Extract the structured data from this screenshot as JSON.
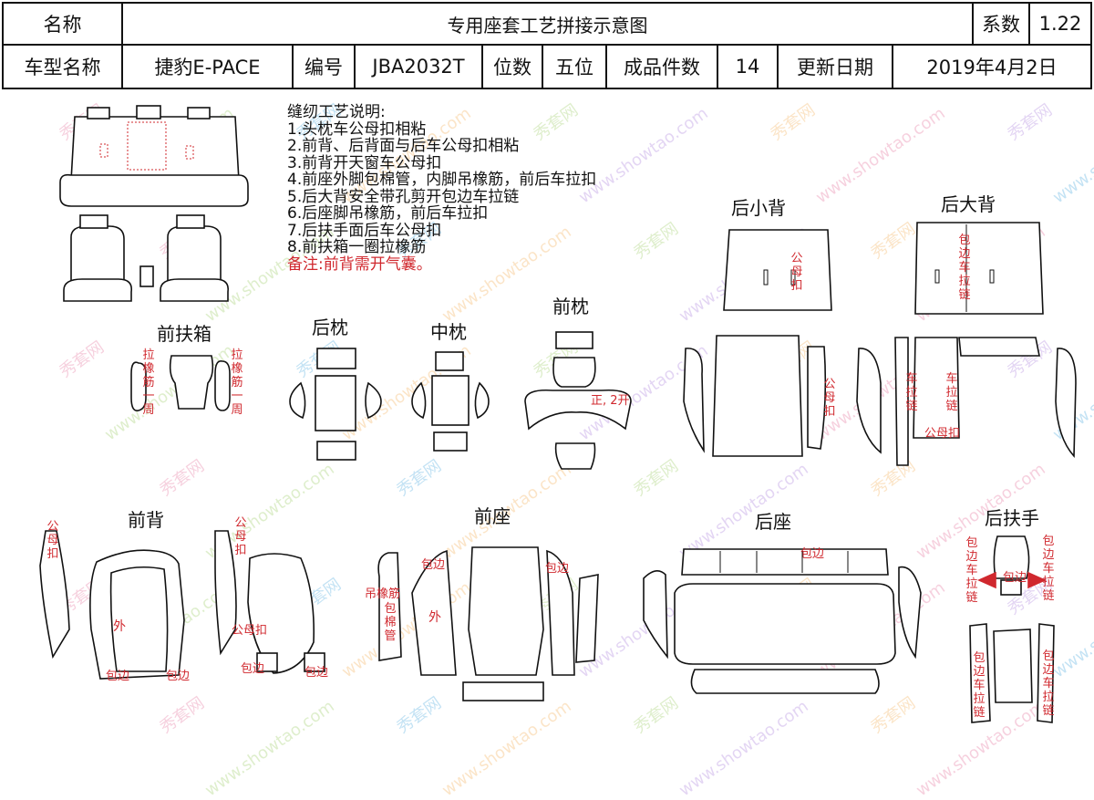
{
  "header": {
    "name_label": "名称",
    "title": "专用座套工艺拼接示意图",
    "coef_label": "系数",
    "coef_value": "1.22",
    "model_label": "车型名称",
    "model_value": "捷豹E-PACE",
    "code_label": "编号",
    "code_value": "JBA2032T",
    "seats_label": "位数",
    "seats_value": "五位",
    "pieces_label": "成品件数",
    "pieces_value": "14",
    "date_label": "更新日期",
    "date_value": "2019年4月2日"
  },
  "notes": {
    "heading": "缝纫工艺说明:",
    "items": [
      "1.头枕车公母扣相粘",
      "2.前背、后背面与后车公母扣相粘",
      "3.前背开天窗车公母扣",
      "4.前座外脚包棉管，内脚吊橡筋，前后车拉扣",
      "5.后大背安全带孔剪开包边车拉链",
      "6.后座脚吊橡筋，前后车拉扣",
      "7.后扶手面后车公母扣",
      "8.前扶箱一圈拉橡筋"
    ],
    "remark": "备注:前背需开气囊。"
  },
  "parts": {
    "front_armbox": "前扶箱",
    "rear_headrest": "后枕",
    "middle_headrest": "中枕",
    "front_headrest": "前枕",
    "rear_small_back": "后小背",
    "rear_big_back": "后大背",
    "front_back": "前背",
    "front_seat": "前座",
    "rear_seat": "后座",
    "rear_armrest": "后扶手"
  },
  "annotations": {
    "elastic_around": "拉橡筋一周",
    "split_opening": "正, 2开",
    "snap_fastener": "公母扣",
    "zipper_trim": "包边车拉链",
    "zipper": "车拉链",
    "outside": "外",
    "edge_trim": "包边",
    "hang_elastic": "吊橡筋",
    "front_seat_middle": "包棉管"
  },
  "watermark": {
    "brand": "秀套网",
    "site": "www.showtao.com"
  },
  "colors": {
    "line": "#111111",
    "annotation": "#d0282e",
    "background": "#ffffff"
  }
}
